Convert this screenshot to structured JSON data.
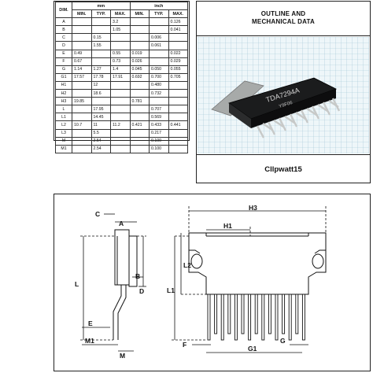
{
  "table": {
    "header_dim": "DIM.",
    "header_mm": "mm",
    "header_inch": "inch",
    "sub": [
      "MIN.",
      "TYP.",
      "MAX.",
      "MIN.",
      "TYP.",
      "MAX."
    ],
    "rows": [
      [
        "A",
        "",
        "",
        "3.2",
        "",
        "",
        "0.126"
      ],
      [
        "B",
        "",
        "",
        "1.05",
        "",
        "",
        "0.041"
      ],
      [
        "C",
        "",
        "0.15",
        "",
        "",
        "0.006",
        ""
      ],
      [
        "D",
        "",
        "1.55",
        "",
        "",
        "0.061",
        ""
      ],
      [
        "E",
        "0.49",
        "",
        "0.55",
        "0.019",
        "",
        "0.022"
      ],
      [
        "F",
        "0.67",
        "",
        "0.73",
        "0.026",
        "",
        "0.029"
      ],
      [
        "G",
        "1.14",
        "1.27",
        "1.4",
        "0.045",
        "0.050",
        "0.055"
      ],
      [
        "G1",
        "17.57",
        "17.78",
        "17.91",
        "0.692",
        "0.700",
        "0.705"
      ],
      [
        "H1",
        "",
        "12",
        "",
        "",
        "0.480",
        ""
      ],
      [
        "H2",
        "",
        "18.6",
        "",
        "",
        "0.732",
        ""
      ],
      [
        "H3",
        "19.85",
        "",
        "",
        "0.781",
        "",
        ""
      ],
      [
        "L",
        "",
        "17.95",
        "",
        "",
        "0.707",
        ""
      ],
      [
        "L1",
        "",
        "14.45",
        "",
        "",
        "0.569",
        ""
      ],
      [
        "L2",
        "10.7",
        "11",
        "11.2",
        "0.421",
        "0.433",
        "0.441"
      ],
      [
        "L3",
        "",
        "5.5",
        "",
        "",
        "0.217",
        ""
      ],
      [
        "M",
        "",
        "2.54",
        "",
        "",
        "0.100",
        ""
      ],
      [
        "M1",
        "",
        "2.54",
        "",
        "",
        "0.100",
        ""
      ]
    ]
  },
  "outline": {
    "line1": "OUTLINE AND",
    "line2": "MECHANICAL DATA",
    "chip_marking_1": "TDA7294A",
    "chip_marking_2": "Y9F06",
    "package_name": "Cllpwatt15"
  },
  "drawing": {
    "labels": {
      "A": "A",
      "B": "B",
      "C": "C",
      "D": "D",
      "E": "E",
      "F": "F",
      "G": "G",
      "G1": "G1",
      "H1": "H1",
      "H3": "H3",
      "L": "L",
      "L1": "L1",
      "L2": "L2",
      "M": "M",
      "M1": "M1"
    }
  }
}
